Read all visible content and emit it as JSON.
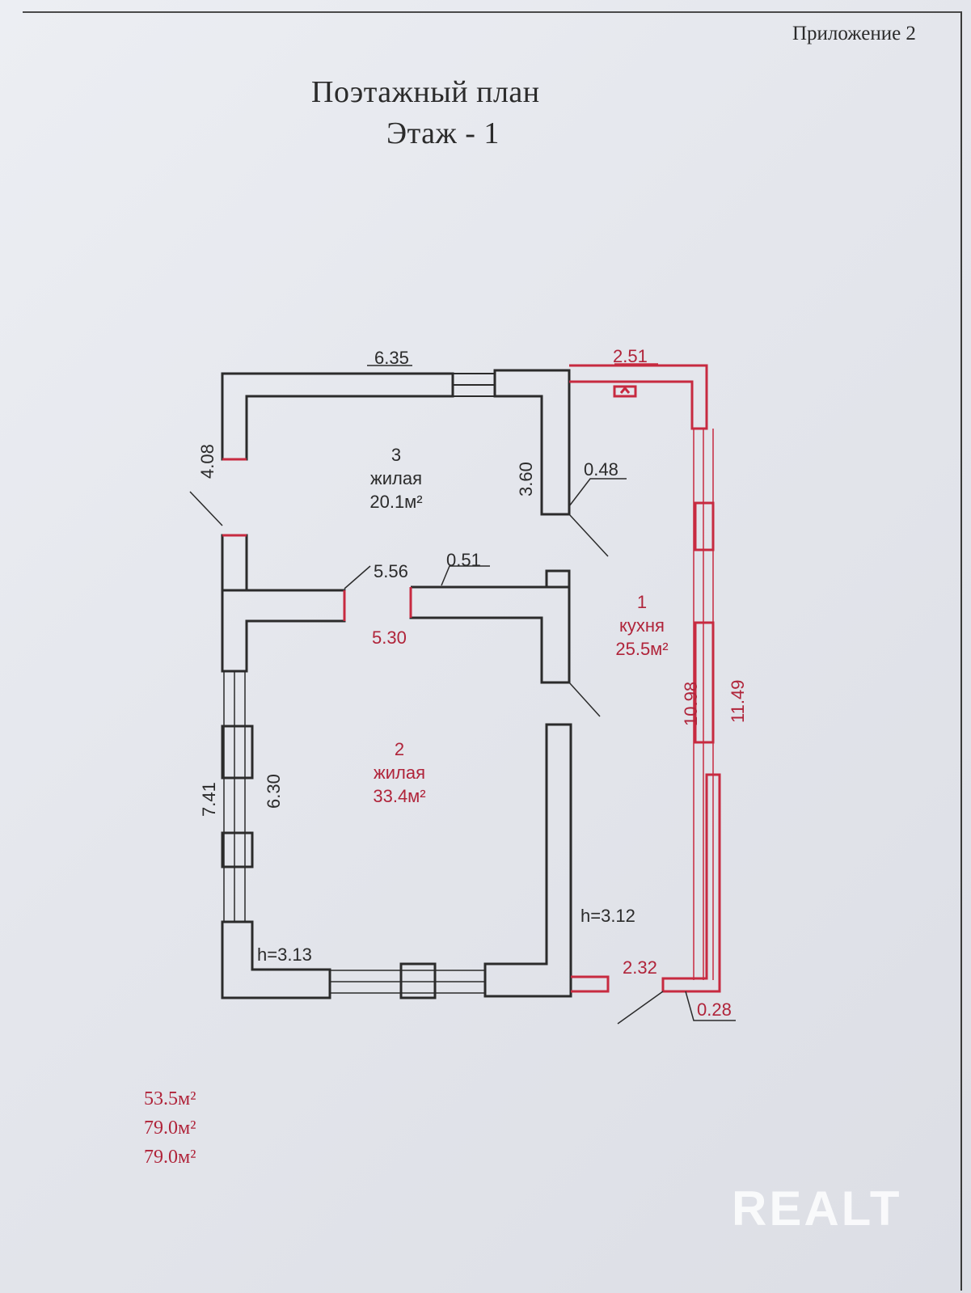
{
  "header": {
    "appendix": "Приложение 2",
    "title": "Поэтажный план",
    "floor": "Этаж - 1"
  },
  "rooms": [
    {
      "number": "3",
      "type": "жилая",
      "area": "20.1м²"
    },
    {
      "number": "2",
      "type": "жилая",
      "area": "33.4м²"
    },
    {
      "number": "1",
      "type": "кухня",
      "area": "25.5м²"
    }
  ],
  "dimensions": {
    "top_left_wall": "6.35",
    "top_right_wall": "2.51",
    "left_upper": "4.08",
    "inner_wall_height": "3.60",
    "wall_048": "0.48",
    "mid_556": "5.56",
    "mid_051": "0.51",
    "mid_530": "5.30",
    "left_741": "7.41",
    "left_630": "6.30",
    "right_1098": "10.98",
    "right_1149": "11.49",
    "height_left": "h=3.13",
    "height_right": "h=3.12",
    "bottom_232": "2.32",
    "bottom_028": "0.28"
  },
  "totals": [
    "53.5м²",
    "79.0м²",
    "79.0м²"
  ],
  "watermark": "REALT",
  "colors": {
    "ink": "#2b2b2b",
    "red": "#b0243a"
  }
}
